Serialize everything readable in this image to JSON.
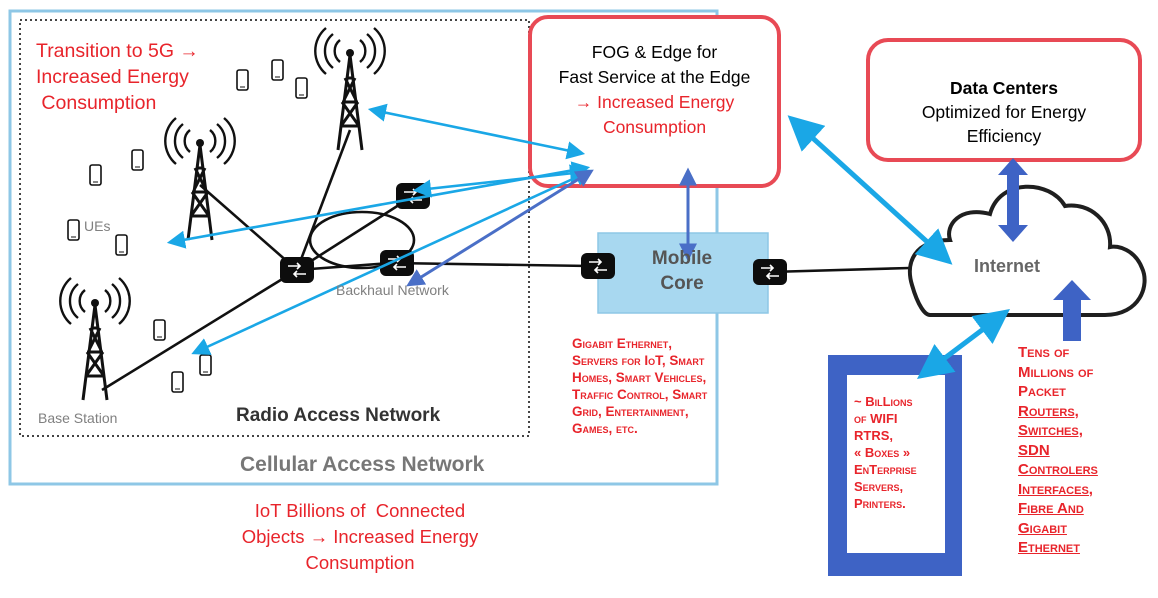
{
  "top_left_note": [
    "Transition to 5G →",
    "Increased Energy",
    " Consumption"
  ],
  "fog_box": {
    "lines": [
      "FOG & Edge for",
      "Fast Service at the Edge"
    ],
    "red_lines": [
      "→ Increased Energy",
      "Consumption"
    ]
  },
  "data_centers": {
    "title": "Data Centers",
    "lines": [
      "Optimized for Energy",
      "Efficiency"
    ]
  },
  "labels": {
    "ues": "UEs",
    "backhaul": "Backhaul Network",
    "base_station": "Base Station",
    "ran": "Radio Access Network",
    "cellular": "Cellular Access Network",
    "mobile_core": [
      "Mobile",
      "Core"
    ],
    "internet": "Internet"
  },
  "core_services": [
    "Gigabit Ethernet,",
    "Servers for IoT, Smart",
    "Homes, Smart Vehicles,",
    "Traffic Control, Smart",
    "Grid, Entertainment,",
    "Games, etc."
  ],
  "iot_note": [
    "IoT Billions of  Connected",
    "Objects → Increased Energy",
    "Consumption"
  ],
  "billions_box": [
    "~ BilLions",
    "of WIFI",
    "RTRS,",
    "« Boxes »",
    "EnTerprise",
    "Servers,",
    "Printers."
  ],
  "routers_note": {
    "plain": [
      "Tens of",
      "Millions of",
      "Packet"
    ],
    "underlined": [
      "Routers,",
      "Switches,",
      "SDN",
      "Controlers",
      "Interfaces,",
      "Fibre And",
      "Gigabit",
      "Ethernet"
    ]
  },
  "colors": {
    "accent_red": "#e8242b",
    "frame_blue": "#8ec7e6",
    "arrow_light": "#1aa7e6",
    "arrow_dark": "#4a6fc7",
    "box_blue": "#3e63c5",
    "core_fill": "#a8d8f0"
  },
  "icons": [
    "cell-tower-icon",
    "smartphone-icon",
    "router-switch-icon",
    "cloud-icon"
  ]
}
